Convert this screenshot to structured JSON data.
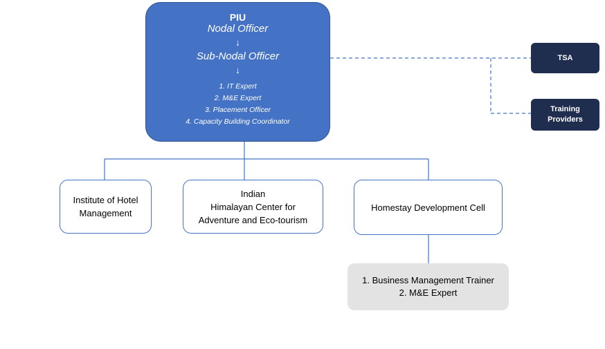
{
  "piu": {
    "title": "PIU",
    "nodal": "Nodal Officer",
    "sub_nodal": "Sub-Nodal Officer",
    "arrow_glyph": "↓",
    "experts": [
      "1. IT Expert",
      "2. M&E Expert",
      "3. Placement Officer",
      "4. Capacity Building Coordinator"
    ]
  },
  "side": {
    "tsa": "TSA",
    "training_line1": "Training",
    "training_line2": "Providers"
  },
  "units": {
    "ihm_line1": "Institute of Hotel",
    "ihm_line2": "Management",
    "ihcae_line1": "Indian",
    "ihcae_line2": "Himalayan Center for",
    "ihcae_line3": "Adventure and Eco-tourism",
    "hdc": "Homestay Development Cell"
  },
  "homestay_staff": {
    "line1": "1. Business Management Trainer",
    "line2": "2. M&E Expert"
  },
  "colors": {
    "piu_fill": "#4472C4",
    "dark_box": "#1F2D4F",
    "connector": "#4472C4",
    "staff_fill": "#E3E3E3"
  }
}
